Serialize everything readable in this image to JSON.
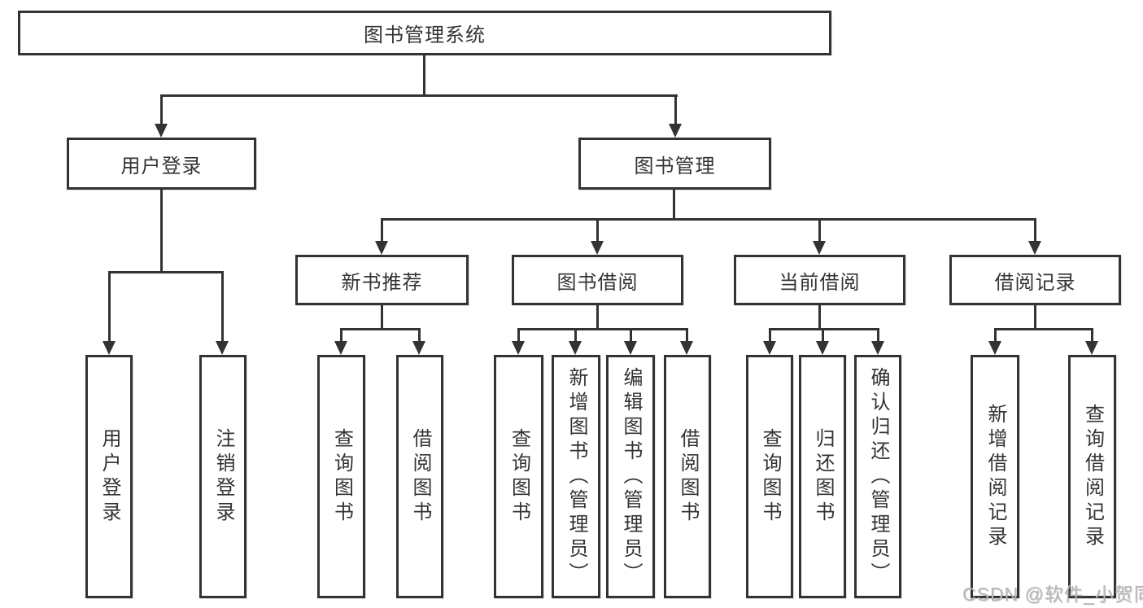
{
  "diagram": {
    "title": "图书管理系统",
    "root": {
      "label": "图书管理系统"
    },
    "level1": [
      {
        "id": "user-login",
        "label": "用户登录"
      },
      {
        "id": "book-management",
        "label": "图书管理"
      }
    ],
    "level2": [
      {
        "id": "new-book-recommendation",
        "label": "新书推荐",
        "parent": "book-management"
      },
      {
        "id": "book-borrowing",
        "label": "图书借阅",
        "parent": "book-management"
      },
      {
        "id": "current-borrowing",
        "label": "当前借阅",
        "parent": "book-management"
      },
      {
        "id": "borrowing-records",
        "label": "借阅记录",
        "parent": "book-management"
      }
    ],
    "leaves": {
      "user_login": [
        "用户登录",
        "注销登录"
      ],
      "new_book": [
        "查询图书",
        "借阅图书"
      ],
      "book_borrow": [
        "查询图书",
        "新增图书（管理员）",
        "编辑图书（管理员）",
        "借阅图书"
      ],
      "current": [
        "查询图书",
        "归还图书",
        "确认归还（管理员）"
      ],
      "records": [
        "新增借阅记录",
        "查询借阅记录"
      ]
    }
  },
  "watermark": "CSDN @软件_小贺同学",
  "colors": {
    "line": "#333333",
    "text": "#333333",
    "watermark": "#b8b8b8",
    "background": "#ffffff"
  }
}
